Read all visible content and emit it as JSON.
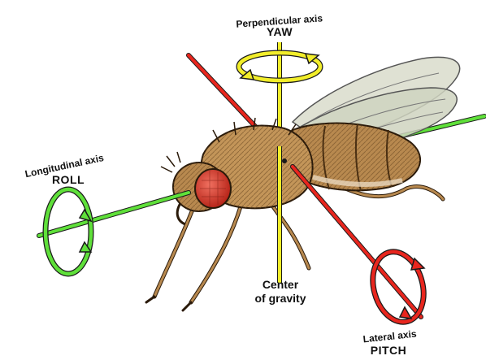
{
  "labels": {
    "yaw_axis": "Perpendicular axis",
    "yaw": "YAW",
    "roll_axis": "Longitudinal axis",
    "roll": "ROLL",
    "pitch_axis": "Lateral axis",
    "pitch": "PITCH",
    "center_line1": "Center",
    "center_line2": "of gravity"
  },
  "colors": {
    "yaw_axis": "#f2ee2a",
    "roll_axis": "#5fe03a",
    "pitch_axis": "#e8261e",
    "fly_body": "#b8894f",
    "fly_eye": "#d93a2a",
    "wing": "#d9dccb"
  }
}
